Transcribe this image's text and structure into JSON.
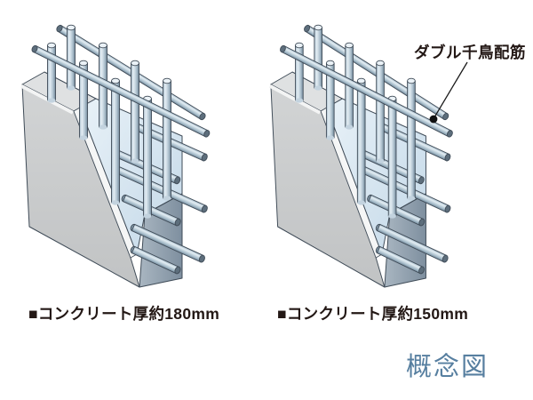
{
  "page": {
    "background_color": "#ffffff",
    "type": "architectural concept diagram"
  },
  "diagrams": {
    "left": {
      "caption": "■コンクリート厚約180mm"
    },
    "right": {
      "caption": "■コンクリート厚約150mm"
    }
  },
  "callout": {
    "label": "ダブル千鳥配筋",
    "points_to": "rebar of right wall diagram"
  },
  "footnote": {
    "label": "概念図"
  },
  "palette": {
    "concrete_front_face": "#c8cacb",
    "concrete_top_face": "#dfe1e2",
    "cut_surface_blue": "#d7e5f0",
    "end_face": "#93a2b0",
    "cut_edge_white": "#f5f6f6",
    "rebar_highlight": "#e4eef4",
    "rebar_shadow": "#70879a",
    "outline": "#3f4b57",
    "label_text": "#231815",
    "footnote_text": "#577fa0"
  }
}
